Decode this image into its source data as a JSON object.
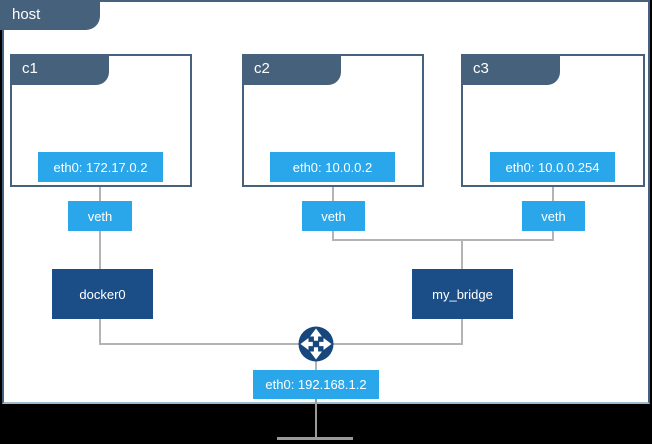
{
  "host": {
    "label": "host"
  },
  "containers": [
    {
      "label": "c1",
      "eth_label": "eth0: 172.17.0.2",
      "veth_label": "veth"
    },
    {
      "label": "c2",
      "eth_label": "eth0: 10.0.0.2",
      "veth_label": "veth"
    },
    {
      "label": "c3",
      "eth_label": "eth0: 10.0.0.254",
      "veth_label": "veth"
    }
  ],
  "bridges": [
    {
      "label": "docker0"
    },
    {
      "label": "my_bridge"
    }
  ],
  "host_interface": {
    "label": "eth0: 192.168.1.2"
  },
  "icons": {
    "router": "router-crossroads-icon"
  },
  "colors": {
    "tab_slate": "#46617C",
    "azure_blue": "#2AA7EA",
    "navy": "#1B4E87",
    "router_navy": "#17477C",
    "connector_gray": "#B4B4B4",
    "background": "#000000"
  }
}
